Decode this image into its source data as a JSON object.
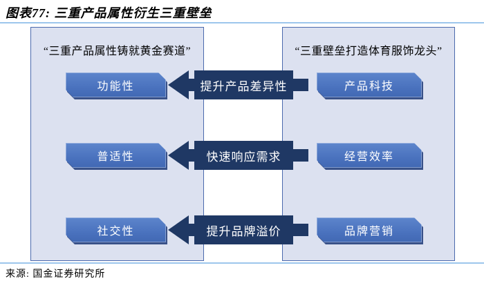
{
  "figure": {
    "title": "图表77: 三重产品属性衍生三重壁垒",
    "source": "来源: 国金证券研究所"
  },
  "left_panel": {
    "header": "“三重产品属性铸就黄金赛道”"
  },
  "right_panel": {
    "header": "“三重壁垒打造体育服饰龙头”"
  },
  "rows": [
    {
      "left": "功能性",
      "arrow": "提升产品差异性",
      "right": "产品科技"
    },
    {
      "left": "普适性",
      "arrow": "快速响应需求",
      "right": "经营效率"
    },
    {
      "left": "社交性",
      "arrow": "提升品牌溢价",
      "right": "品牌营销"
    }
  ],
  "colors": {
    "rule_blue": "#9cc6ec",
    "panel_fill": "#dce1f0",
    "panel_border": "#4a69ad",
    "box_blue": "#4a72be",
    "box_blue_light": "#5d85cc",
    "arrow_navy": "#1f3864",
    "shadow_navy": "#27417c",
    "text_white": "#ffffff",
    "text_black": "#000000"
  }
}
